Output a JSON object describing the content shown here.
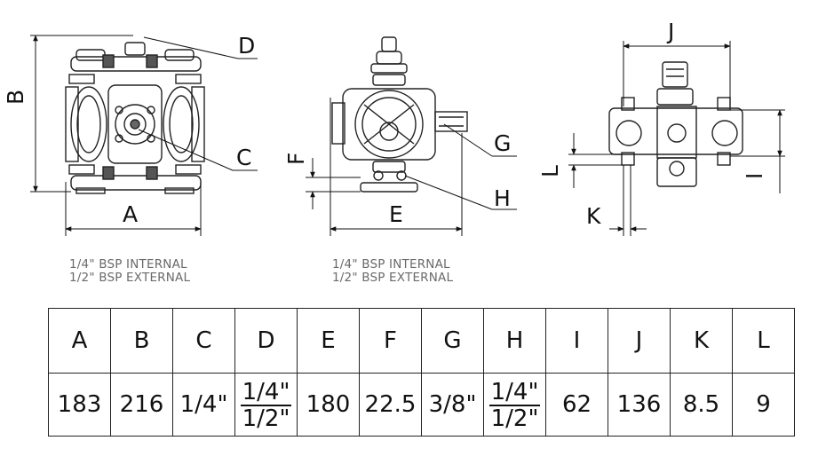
{
  "labels": {
    "A": "A",
    "B": "B",
    "C": "C",
    "D": "D",
    "E": "E",
    "F": "F",
    "G": "G",
    "H": "H",
    "I": "I",
    "J": "J",
    "K": "K",
    "L": "L"
  },
  "notes": [
    {
      "line1": "1/4\" BSP INTERNAL",
      "line2": "1/2\" BSP EXTERNAL"
    },
    {
      "line1": "1/4\" BSP INTERNAL",
      "line2": "1/2\" BSP EXTERNAL"
    }
  ],
  "table": {
    "headers": [
      "A",
      "B",
      "C",
      "D",
      "E",
      "F",
      "G",
      "H",
      "I",
      "J",
      "K",
      "L"
    ],
    "values": [
      {
        "value": "183"
      },
      {
        "value": "216"
      },
      {
        "value": "1/4\""
      },
      {
        "top": "1/4\"",
        "bottom": "1/2\""
      },
      {
        "value": "180"
      },
      {
        "value": "22.5"
      },
      {
        "value": "3/8\""
      },
      {
        "top": "1/4\"",
        "bottom": "1/2\""
      },
      {
        "value": "62"
      },
      {
        "value": "136"
      },
      {
        "value": "8.5"
      },
      {
        "value": "9"
      }
    ]
  }
}
